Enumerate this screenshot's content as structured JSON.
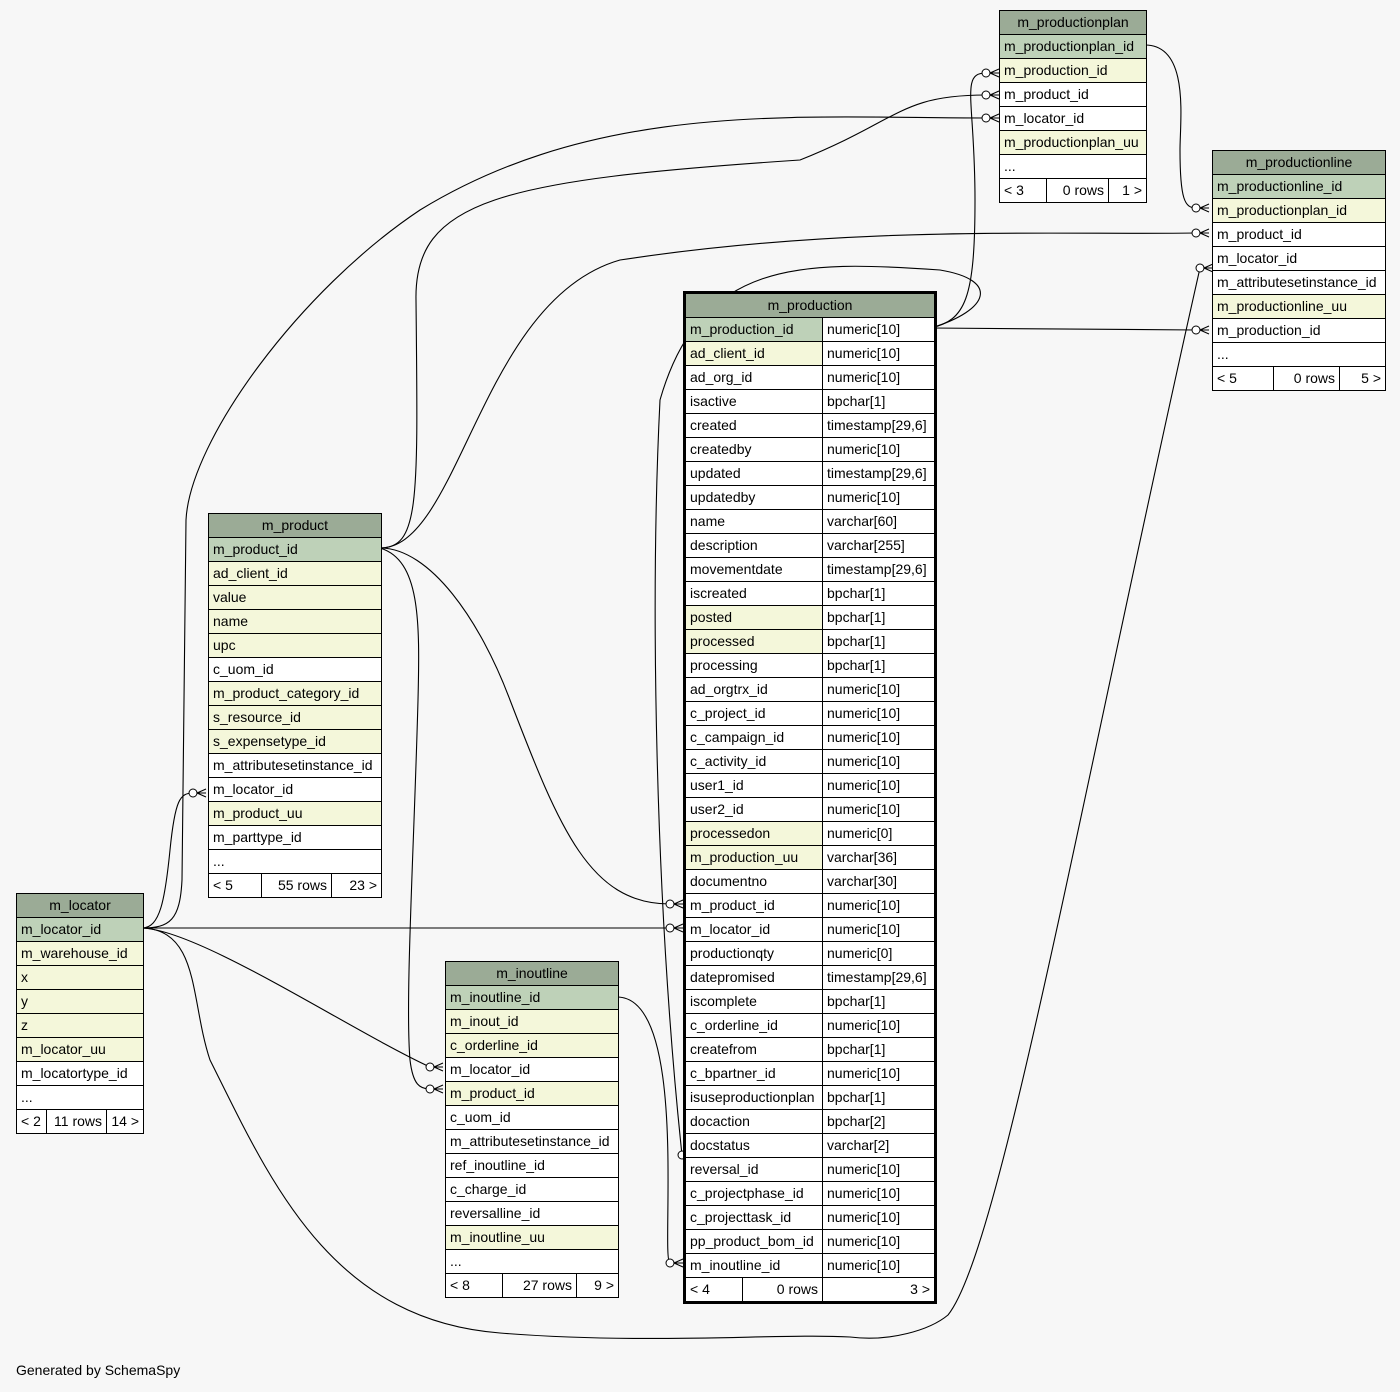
{
  "credit": "Generated by SchemaSpy",
  "tables": {
    "m_productionplan": {
      "name": "m_productionplan",
      "columns": [
        {
          "name": "m_productionplan_id",
          "kind": "pk"
        },
        {
          "name": "m_production_id",
          "kind": "idx"
        },
        {
          "name": "m_product_id",
          "kind": "plain"
        },
        {
          "name": "m_locator_id",
          "kind": "plain"
        },
        {
          "name": "m_productionplan_uu",
          "kind": "idx"
        },
        {
          "name": "...",
          "kind": "plain"
        }
      ],
      "footer": [
        "< 3",
        "0 rows",
        "1 >"
      ]
    },
    "m_productionline": {
      "name": "m_productionline",
      "columns": [
        {
          "name": "m_productionline_id",
          "kind": "pk"
        },
        {
          "name": "m_productionplan_id",
          "kind": "idx"
        },
        {
          "name": "m_product_id",
          "kind": "plain"
        },
        {
          "name": "m_locator_id",
          "kind": "plain"
        },
        {
          "name": "m_attributesetinstance_id",
          "kind": "plain"
        },
        {
          "name": "m_productionline_uu",
          "kind": "idx"
        },
        {
          "name": "m_production_id",
          "kind": "plain"
        },
        {
          "name": "...",
          "kind": "plain"
        }
      ],
      "footer": [
        "< 5",
        "0 rows",
        "5 >"
      ]
    },
    "m_product": {
      "name": "m_product",
      "columns": [
        {
          "name": "m_product_id",
          "kind": "pk"
        },
        {
          "name": "ad_client_id",
          "kind": "idx"
        },
        {
          "name": "value",
          "kind": "idx"
        },
        {
          "name": "name",
          "kind": "idx"
        },
        {
          "name": "upc",
          "kind": "idx"
        },
        {
          "name": "c_uom_id",
          "kind": "plain"
        },
        {
          "name": "m_product_category_id",
          "kind": "idx"
        },
        {
          "name": "s_resource_id",
          "kind": "idx"
        },
        {
          "name": "s_expensetype_id",
          "kind": "idx"
        },
        {
          "name": "m_attributesetinstance_id",
          "kind": "plain"
        },
        {
          "name": "m_locator_id",
          "kind": "plain"
        },
        {
          "name": "m_product_uu",
          "kind": "idx"
        },
        {
          "name": "m_parttype_id",
          "kind": "plain"
        },
        {
          "name": "...",
          "kind": "plain"
        }
      ],
      "footer": [
        "< 5",
        "55 rows",
        "23 >"
      ]
    },
    "m_locator": {
      "name": "m_locator",
      "columns": [
        {
          "name": "m_locator_id",
          "kind": "pk"
        },
        {
          "name": "m_warehouse_id",
          "kind": "idx"
        },
        {
          "name": "x",
          "kind": "idx"
        },
        {
          "name": "y",
          "kind": "idx"
        },
        {
          "name": "z",
          "kind": "idx"
        },
        {
          "name": "m_locator_uu",
          "kind": "idx"
        },
        {
          "name": "m_locatortype_id",
          "kind": "plain"
        },
        {
          "name": "...",
          "kind": "plain"
        }
      ],
      "footer": [
        "< 2",
        "11 rows",
        "14 >"
      ]
    },
    "m_inoutline": {
      "name": "m_inoutline",
      "columns": [
        {
          "name": "m_inoutline_id",
          "kind": "pk"
        },
        {
          "name": "m_inout_id",
          "kind": "idx"
        },
        {
          "name": "c_orderline_id",
          "kind": "idx"
        },
        {
          "name": "m_locator_id",
          "kind": "plain"
        },
        {
          "name": "m_product_id",
          "kind": "idx"
        },
        {
          "name": "c_uom_id",
          "kind": "plain"
        },
        {
          "name": "m_attributesetinstance_id",
          "kind": "plain"
        },
        {
          "name": "ref_inoutline_id",
          "kind": "plain"
        },
        {
          "name": "c_charge_id",
          "kind": "plain"
        },
        {
          "name": "reversalline_id",
          "kind": "plain"
        },
        {
          "name": "m_inoutline_uu",
          "kind": "idx"
        },
        {
          "name": "...",
          "kind": "plain"
        }
      ],
      "footer": [
        "< 8",
        "27 rows",
        "9 >"
      ]
    },
    "m_production": {
      "name": "m_production",
      "columns": [
        {
          "name": "m_production_id",
          "type": "numeric[10]",
          "kind": "pk"
        },
        {
          "name": "ad_client_id",
          "type": "numeric[10]",
          "kind": "idx"
        },
        {
          "name": "ad_org_id",
          "type": "numeric[10]",
          "kind": "plain"
        },
        {
          "name": "isactive",
          "type": "bpchar[1]",
          "kind": "plain"
        },
        {
          "name": "created",
          "type": "timestamp[29,6]",
          "kind": "plain"
        },
        {
          "name": "createdby",
          "type": "numeric[10]",
          "kind": "plain"
        },
        {
          "name": "updated",
          "type": "timestamp[29,6]",
          "kind": "plain"
        },
        {
          "name": "updatedby",
          "type": "numeric[10]",
          "kind": "plain"
        },
        {
          "name": "name",
          "type": "varchar[60]",
          "kind": "plain"
        },
        {
          "name": "description",
          "type": "varchar[255]",
          "kind": "plain"
        },
        {
          "name": "movementdate",
          "type": "timestamp[29,6]",
          "kind": "plain"
        },
        {
          "name": "iscreated",
          "type": "bpchar[1]",
          "kind": "plain"
        },
        {
          "name": "posted",
          "type": "bpchar[1]",
          "kind": "idx"
        },
        {
          "name": "processed",
          "type": "bpchar[1]",
          "kind": "idx"
        },
        {
          "name": "processing",
          "type": "bpchar[1]",
          "kind": "plain"
        },
        {
          "name": "ad_orgtrx_id",
          "type": "numeric[10]",
          "kind": "plain"
        },
        {
          "name": "c_project_id",
          "type": "numeric[10]",
          "kind": "plain"
        },
        {
          "name": "c_campaign_id",
          "type": "numeric[10]",
          "kind": "plain"
        },
        {
          "name": "c_activity_id",
          "type": "numeric[10]",
          "kind": "plain"
        },
        {
          "name": "user1_id",
          "type": "numeric[10]",
          "kind": "plain"
        },
        {
          "name": "user2_id",
          "type": "numeric[10]",
          "kind": "plain"
        },
        {
          "name": "processedon",
          "type": "numeric[0]",
          "kind": "idx"
        },
        {
          "name": "m_production_uu",
          "type": "varchar[36]",
          "kind": "idx"
        },
        {
          "name": "documentno",
          "type": "varchar[30]",
          "kind": "plain"
        },
        {
          "name": "m_product_id",
          "type": "numeric[10]",
          "kind": "plain"
        },
        {
          "name": "m_locator_id",
          "type": "numeric[10]",
          "kind": "plain"
        },
        {
          "name": "productionqty",
          "type": "numeric[0]",
          "kind": "plain"
        },
        {
          "name": "datepromised",
          "type": "timestamp[29,6]",
          "kind": "plain"
        },
        {
          "name": "iscomplete",
          "type": "bpchar[1]",
          "kind": "plain"
        },
        {
          "name": "c_orderline_id",
          "type": "numeric[10]",
          "kind": "plain"
        },
        {
          "name": "createfrom",
          "type": "bpchar[1]",
          "kind": "plain"
        },
        {
          "name": "c_bpartner_id",
          "type": "numeric[10]",
          "kind": "plain"
        },
        {
          "name": "isuseproductionplan",
          "type": "bpchar[1]",
          "kind": "plain"
        },
        {
          "name": "docaction",
          "type": "bpchar[2]",
          "kind": "plain"
        },
        {
          "name": "docstatus",
          "type": "varchar[2]",
          "kind": "plain"
        },
        {
          "name": "reversal_id",
          "type": "numeric[10]",
          "kind": "plain"
        },
        {
          "name": "c_projectphase_id",
          "type": "numeric[10]",
          "kind": "plain"
        },
        {
          "name": "c_projecttask_id",
          "type": "numeric[10]",
          "kind": "plain"
        },
        {
          "name": "pp_product_bom_id",
          "type": "numeric[10]",
          "kind": "plain"
        },
        {
          "name": "m_inoutline_id",
          "type": "numeric[10]",
          "kind": "plain"
        }
      ],
      "footer": [
        "< 4",
        "0 rows",
        "3 >"
      ]
    }
  },
  "colors": {
    "header": "#9bab96",
    "primary_key": "#bed1b8",
    "indexed": "#f4f7da",
    "background": "#f7f7f7"
  }
}
